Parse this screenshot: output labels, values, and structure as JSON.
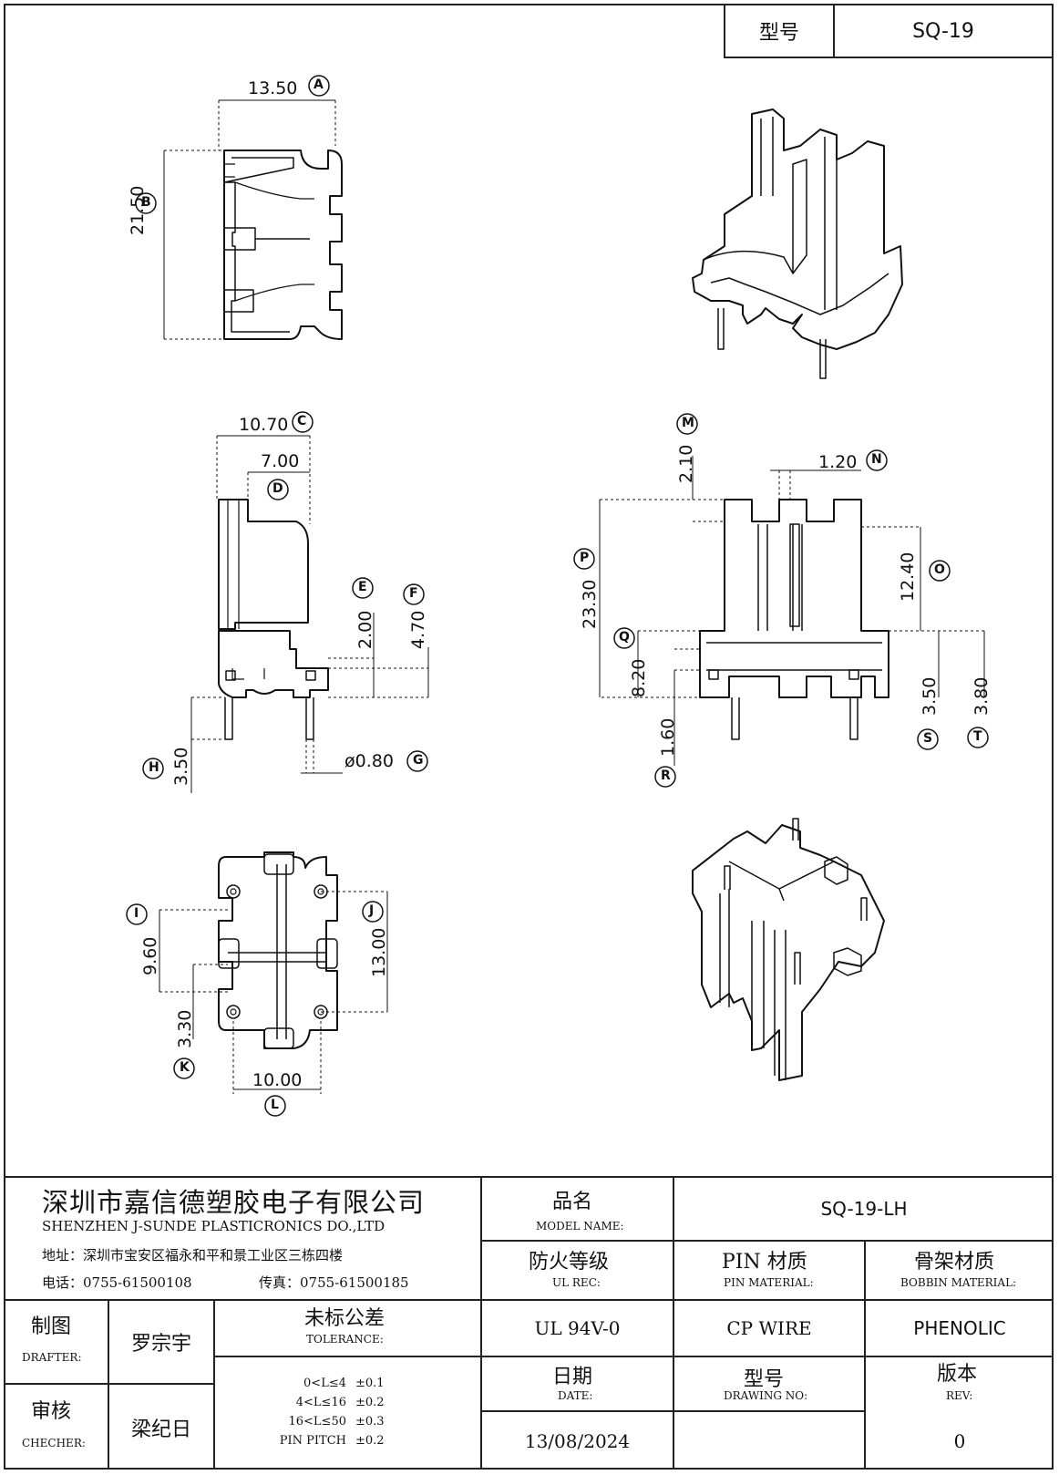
{
  "header": {
    "model_label": "型号",
    "model_value": "SQ-19"
  },
  "dims": {
    "a": "13.50",
    "b": "21.50",
    "c": "10.70",
    "d": "7.00",
    "e": "2.00",
    "f": "4.70",
    "g": "ø0.80",
    "h": "3.50",
    "i": "9.60",
    "j": "13.00",
    "k": "3.30",
    "l": "10.00",
    "m": "2.10",
    "n": "1.20",
    "o": "12.40",
    "p": "23.30",
    "q": "8.20",
    "r": "1.60",
    "s": "3.50",
    "t": "3.80"
  },
  "markers": {
    "a": "A",
    "b": "B",
    "c": "C",
    "d": "D",
    "e": "E",
    "f": "F",
    "g": "G",
    "h": "H",
    "i": "I",
    "j": "J",
    "k": "K",
    "l": "L",
    "m": "M",
    "n": "N",
    "o": "O",
    "p": "P",
    "q": "Q",
    "r": "R",
    "s": "S",
    "t": "T"
  },
  "title_block": {
    "company_cn": "深圳市嘉信德塑胶电子有限公司",
    "company_en": "SHENZHEN J-SUNDE PLASTICRONICS DO.,LTD",
    "address": "地址：深圳市宝安区福永和平和景工业区三栋四楼",
    "phone": "电话：0755-61500108",
    "fax": "传真：0755-61500185",
    "model_name_cn": "品名",
    "model_name_en": "MODEL NAME:",
    "model_name_value": "SQ-19-LH",
    "ul_cn": "防火等级",
    "ul_en": "UL REC:",
    "ul_value": "UL 94V-0",
    "pin_cn": "PIN 材质",
    "pin_en": "PIN MATERIAL:",
    "pin_value": "CP WIRE",
    "bobbin_cn": "骨架材质",
    "bobbin_en": "BOBBIN MATERIAL:",
    "bobbin_value": "PHENOLIC",
    "drafter_cn": "制图",
    "drafter_en": "DRAFTER:",
    "drafter_value": "罗宗宇",
    "checker_cn": "审核",
    "checker_en": "CHECHER:",
    "checker_value": "梁纪日",
    "tol_cn": "未标公差",
    "tol_en": "TOLERANCE:",
    "tolerances": [
      {
        "range": "0<L≤4",
        "value": "±0.1"
      },
      {
        "range": "4<L≤16",
        "value": "±0.2"
      },
      {
        "range": "16<L≤50",
        "value": "±0.3"
      },
      {
        "range": "PIN PITCH",
        "value": "±0.2"
      }
    ],
    "date_cn": "日期",
    "date_en": "DATE:",
    "date_value": "13/08/2024",
    "drawing_cn": "型号",
    "drawing_en": "DRAWING NO:",
    "rev_cn": "版本",
    "rev_en": "REV:",
    "rev_value": "0"
  }
}
